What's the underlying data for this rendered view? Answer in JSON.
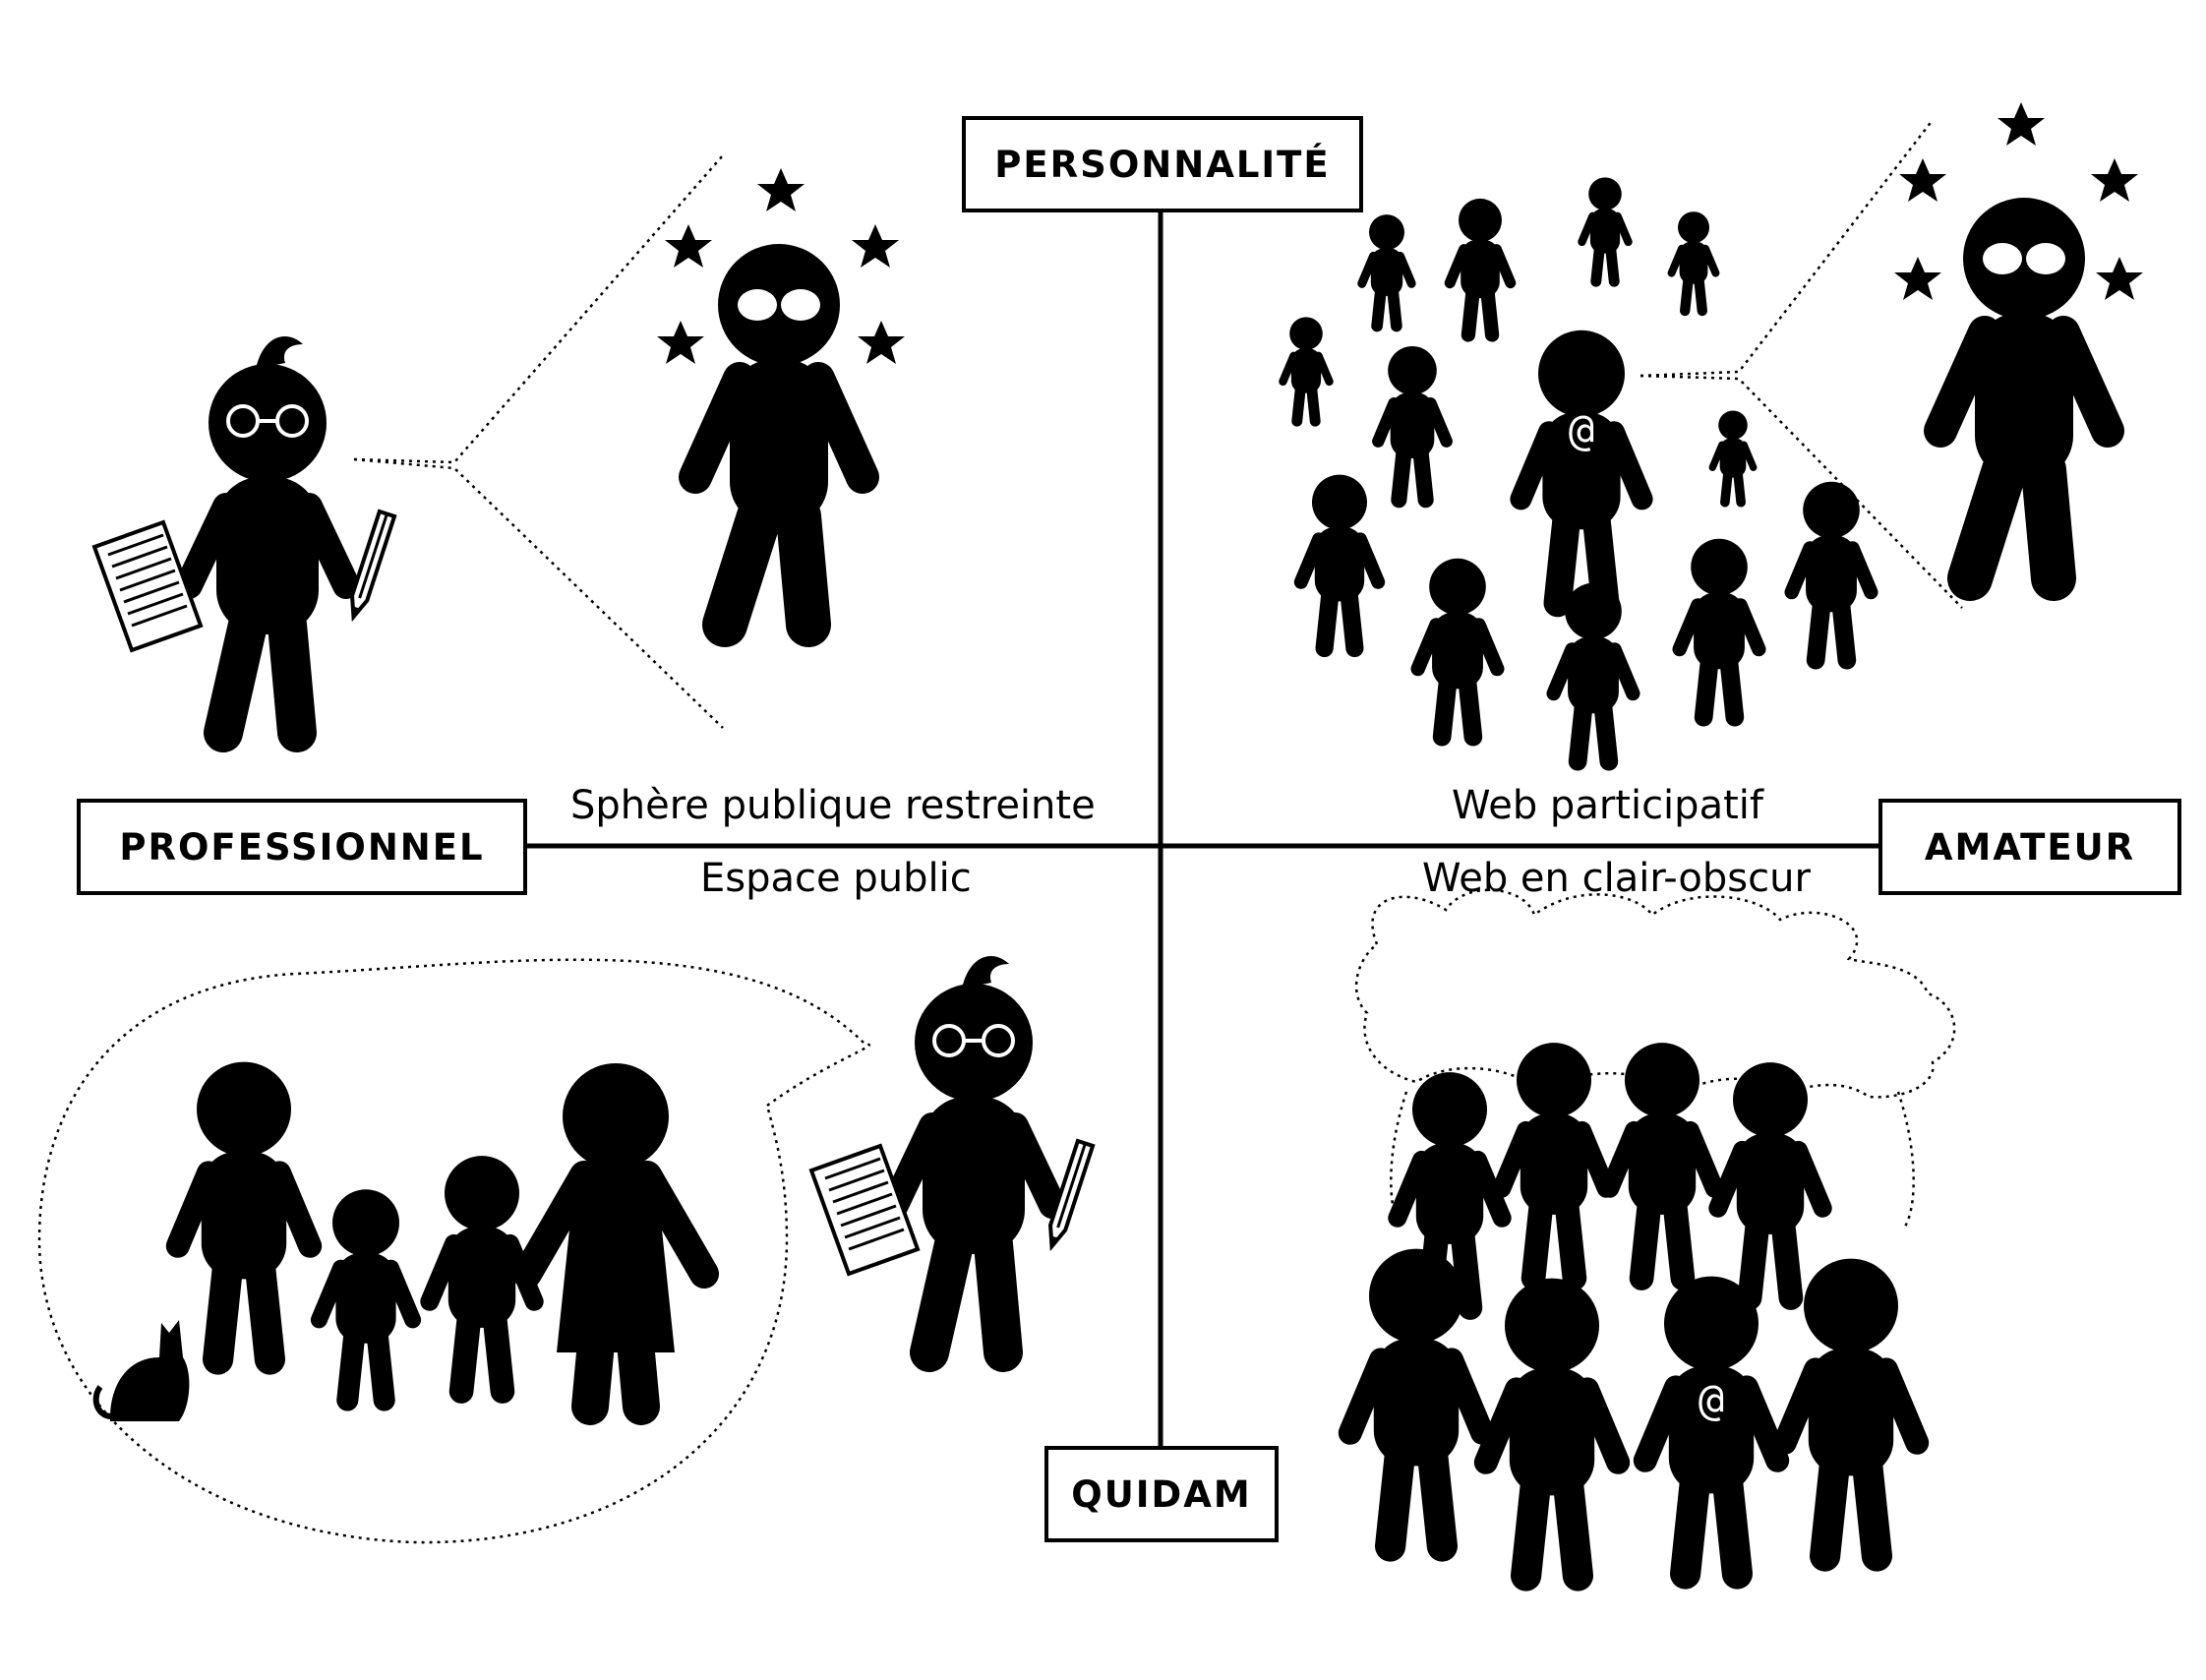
{
  "axes": {
    "top": "PERSONNALITÉ",
    "bottom": "QUIDAM",
    "left": "PROFESSIONNEL",
    "right": "AMATEUR"
  },
  "quadrants": {
    "upper_left": "Sphère publique restreinte",
    "lower_left": "Espace public",
    "upper_right": "Web participatif",
    "lower_right": "Web en clair-obscur"
  },
  "symbols": {
    "at_sign": "@"
  },
  "colors": {
    "ink": "#000000",
    "paper": "#ffffff"
  },
  "icons": [
    "star-icon",
    "glasses-icon",
    "pencil-icon",
    "document-icon",
    "cat-icon",
    "cloud-icon",
    "speech-bubble-icon"
  ]
}
